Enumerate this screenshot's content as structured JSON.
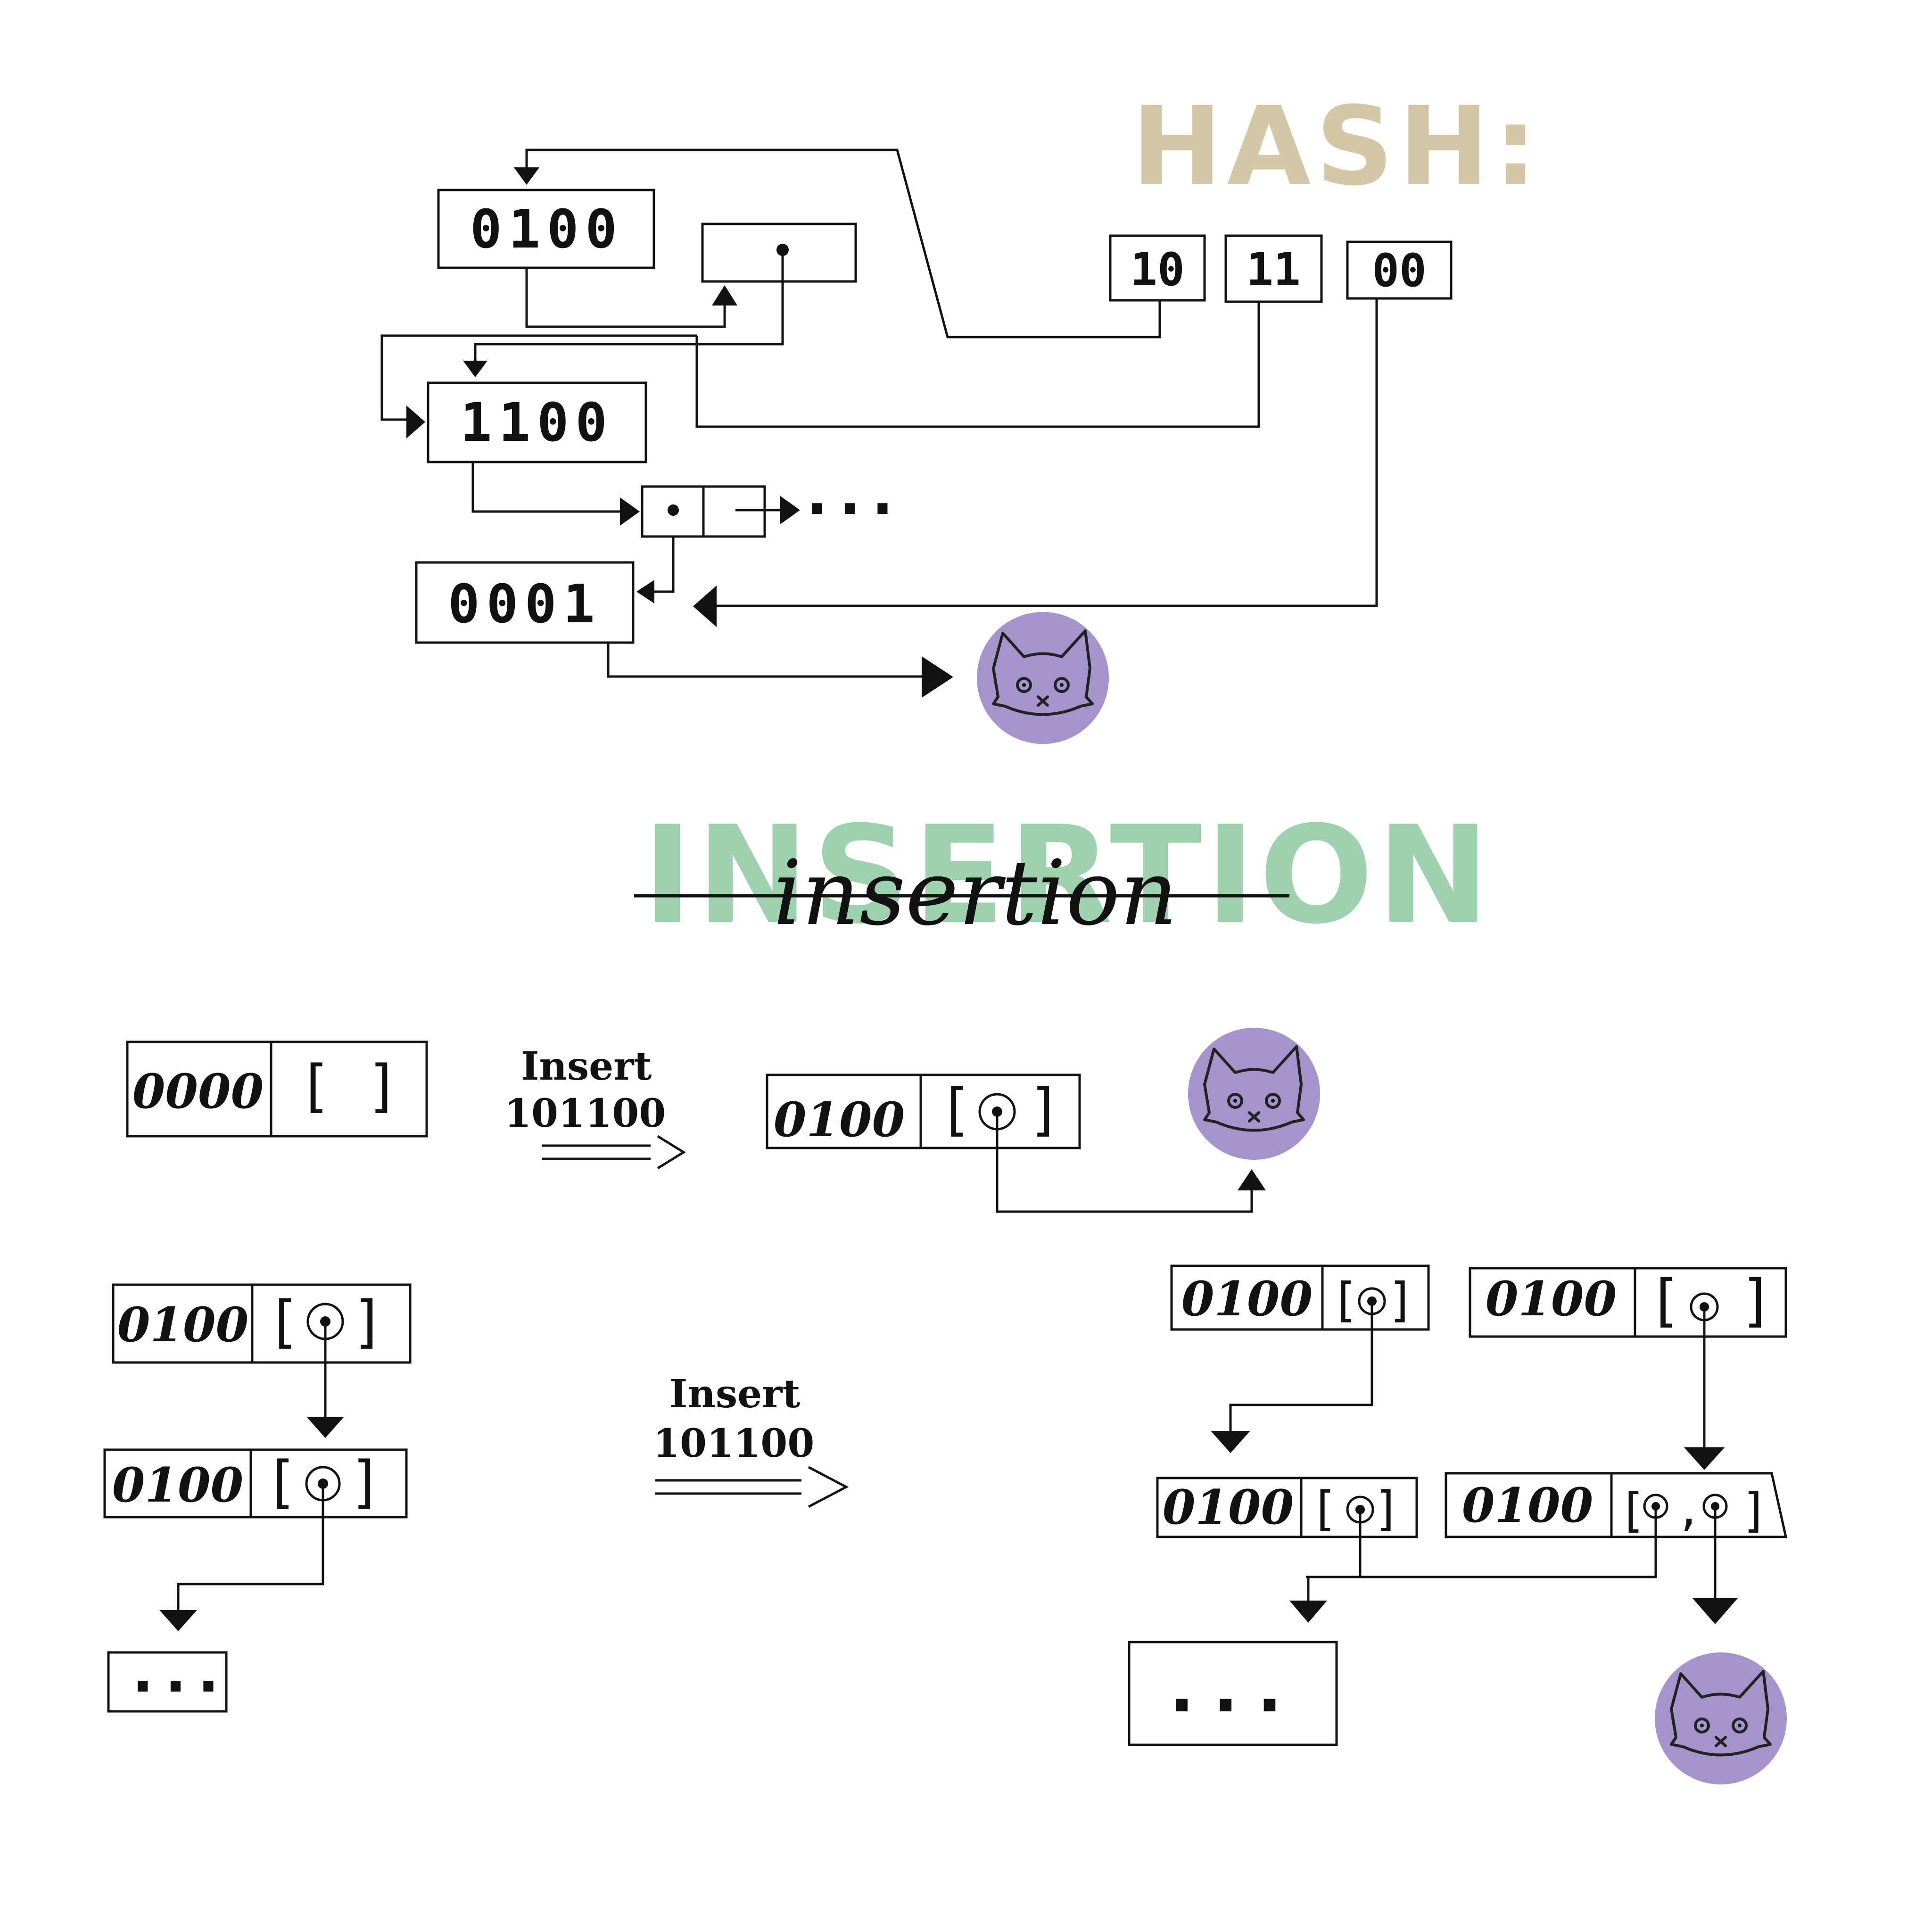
{
  "hash_section": {
    "title": "HASH:",
    "hash_parts": [
      "10",
      "11",
      "00"
    ],
    "nodes": [
      "0100",
      "1100",
      "0001"
    ],
    "ellipsis": "..."
  },
  "insertion_section": {
    "title": "INSERTION",
    "script_title": "insertion",
    "step1": {
      "before_key": "0000",
      "before_slot": "[   ]",
      "insert_label": "Insert",
      "insert_value": "101100",
      "after_key": "0100"
    },
    "step2": {
      "before_keys": [
        "0100",
        "0100"
      ],
      "before_tail": "...",
      "insert_label": "Insert",
      "insert_value": "101100",
      "after_keys": [
        "0100",
        "0100",
        "0100",
        "0100"
      ],
      "after_tail": "..."
    }
  },
  "colors": {
    "hash_title": "#d4c7a5",
    "insertion_title": "#9ed1ae",
    "cat_circle": "#a594cc"
  },
  "icons": [
    "cat-icon",
    "arrow-icon",
    "pointer-dot-icon"
  ]
}
